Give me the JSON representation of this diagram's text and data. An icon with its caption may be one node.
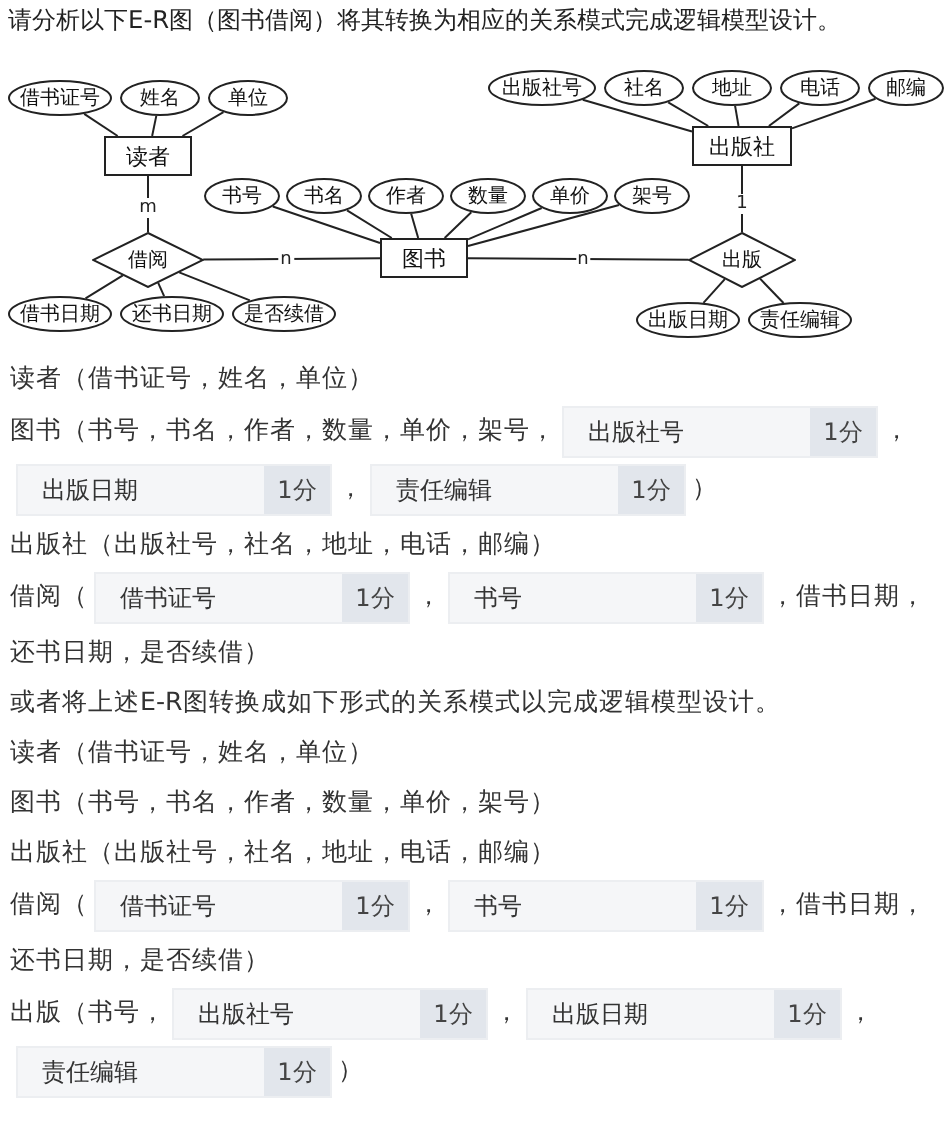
{
  "diagram": {
    "title": "请分析以下E-R图（图书借阅）将其转换为相应的关系模式完成逻辑模型设计。",
    "nodes": [
      {
        "text": [
          "借书证号"
        ]
      },
      {
        "text": [
          "姓名"
        ]
      },
      {
        "text": [
          "单位"
        ]
      },
      {
        "text": [
          "出版社号"
        ]
      },
      {
        "text": [
          "社名"
        ]
      },
      {
        "text": [
          "地址"
        ]
      },
      {
        "text": [
          "电话"
        ]
      },
      {
        "text": [
          "邮编"
        ]
      },
      {
        "text": [
          "读者"
        ]
      },
      {
        "text": [
          "出版社"
        ]
      },
      {
        "text": [
          "书号"
        ]
      },
      {
        "text": [
          "书名"
        ]
      },
      {
        "text": [
          "作者"
        ]
      },
      {
        "text": [
          "数量"
        ]
      },
      {
        "text": [
          "单价"
        ]
      },
      {
        "text": [
          "架号"
        ]
      },
      {
        "text": [
          "借阅"
        ]
      },
      {
        "text": [
          "图书"
        ]
      },
      {
        "text": [
          "出版"
        ]
      },
      {
        "text": [
          "借书日期"
        ]
      },
      {
        "text": [
          "还书日期"
        ]
      },
      {
        "text": [
          "是否续借"
        ]
      },
      {
        "text": [
          "出版日期"
        ]
      },
      {
        "text": [
          "责任编辑"
        ]
      }
    ],
    "edges": [
      {
        "from": 0,
        "to": 8,
        "arrow": "none"
      },
      {
        "from": 1,
        "to": 8,
        "arrow": "none"
      },
      {
        "from": 2,
        "to": 8,
        "arrow": "none"
      },
      {
        "from": 3,
        "to": 9,
        "arrow": "none"
      },
      {
        "from": 4,
        "to": 9,
        "arrow": "none"
      },
      {
        "from": 5,
        "to": 9,
        "arrow": "none"
      },
      {
        "from": 6,
        "to": 9,
        "arrow": "none"
      },
      {
        "from": 7,
        "to": 9,
        "arrow": "none"
      },
      {
        "from": 10,
        "to": 17,
        "arrow": "none"
      },
      {
        "from": 11,
        "to": 17,
        "arrow": "none"
      },
      {
        "from": 12,
        "to": 17,
        "arrow": "none"
      },
      {
        "from": 13,
        "to": 17,
        "arrow": "none"
      },
      {
        "from": 14,
        "to": 17,
        "arrow": "none"
      },
      {
        "from": 15,
        "to": 17,
        "arrow": "none"
      },
      {
        "from": 8,
        "to": 16,
        "label": "m",
        "arrow": "none"
      },
      {
        "from": 16,
        "to": 17,
        "label": "n",
        "arrow": "none"
      },
      {
        "from": 17,
        "to": 18,
        "label": "n",
        "arrow": "none"
      },
      {
        "from": 9,
        "to": 18,
        "label": "1",
        "arrow": "none"
      },
      {
        "from": 19,
        "to": 16,
        "arrow": "none"
      },
      {
        "from": 20,
        "to": 16,
        "arrow": "none"
      },
      {
        "from": 21,
        "to": 16,
        "arrow": "none"
      },
      {
        "from": 22,
        "to": 18,
        "arrow": "none"
      },
      {
        "from": 23,
        "to": 18,
        "arrow": "none"
      }
    ],
    "labels": [
      "读者（借书证号，姓名，单位）",
      "图书（书号，书名，作者，数量，单价，架号，",
      "出版社号",
      "1分",
      "，",
      "出版日期",
      "1分",
      "，",
      "责任编辑",
      "1分",
      "）",
      "出版社（出版社号，社名，地址，电话，邮编）",
      "借阅（",
      "借书证号",
      "1分",
      "，",
      "书号",
      "1分",
      "，借书日期，还书日期，是否续借）",
      "或者将上述E-R图转换成如下形式的关系模式以完成逻辑模型设计。",
      "读者（借书证号，姓名，单位）",
      "图书（书号，书名，作者，数量，单价，架号）",
      "出版社（出版社号，社名，地址，电话，邮编）",
      "借阅（",
      "借书证号",
      "1分",
      "，",
      "书号",
      "1分",
      "，借书日期，还书日期，是否续借）",
      "出版（书号，",
      "出版社号",
      "1分",
      "，",
      "出版日期",
      "1分",
      "，",
      "责任编辑",
      "1分",
      "）"
    ]
  }
}
